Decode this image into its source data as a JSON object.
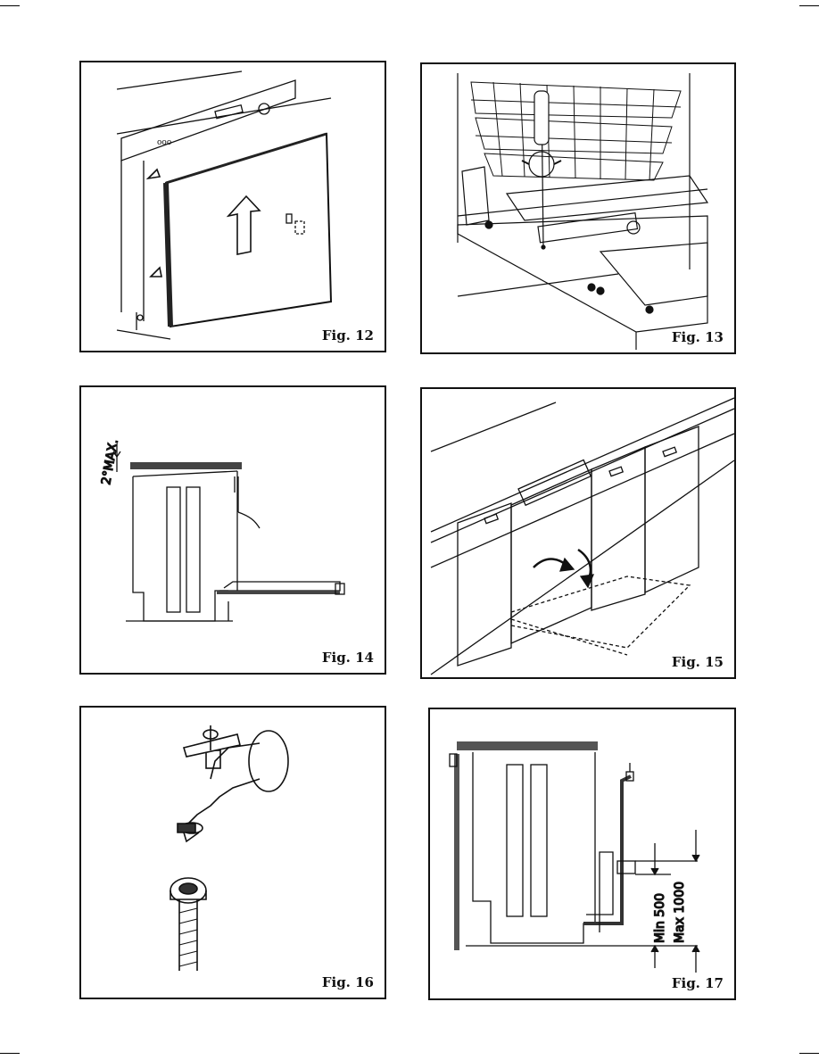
{
  "figures": {
    "fig12": {
      "caption": "Fig. 12"
    },
    "fig13": {
      "caption": "Fig. 13"
    },
    "fig14": {
      "caption": "Fig. 14",
      "tilt_label": "2°MAX."
    },
    "fig15": {
      "caption": "Fig. 15"
    },
    "fig16": {
      "caption": "Fig. 16"
    },
    "fig17": {
      "caption": "Fig. 17",
      "min_label": "Min 500",
      "max_label": "Max 1000"
    }
  },
  "colors": {
    "ink": "#111111",
    "paper": "#ffffff"
  }
}
